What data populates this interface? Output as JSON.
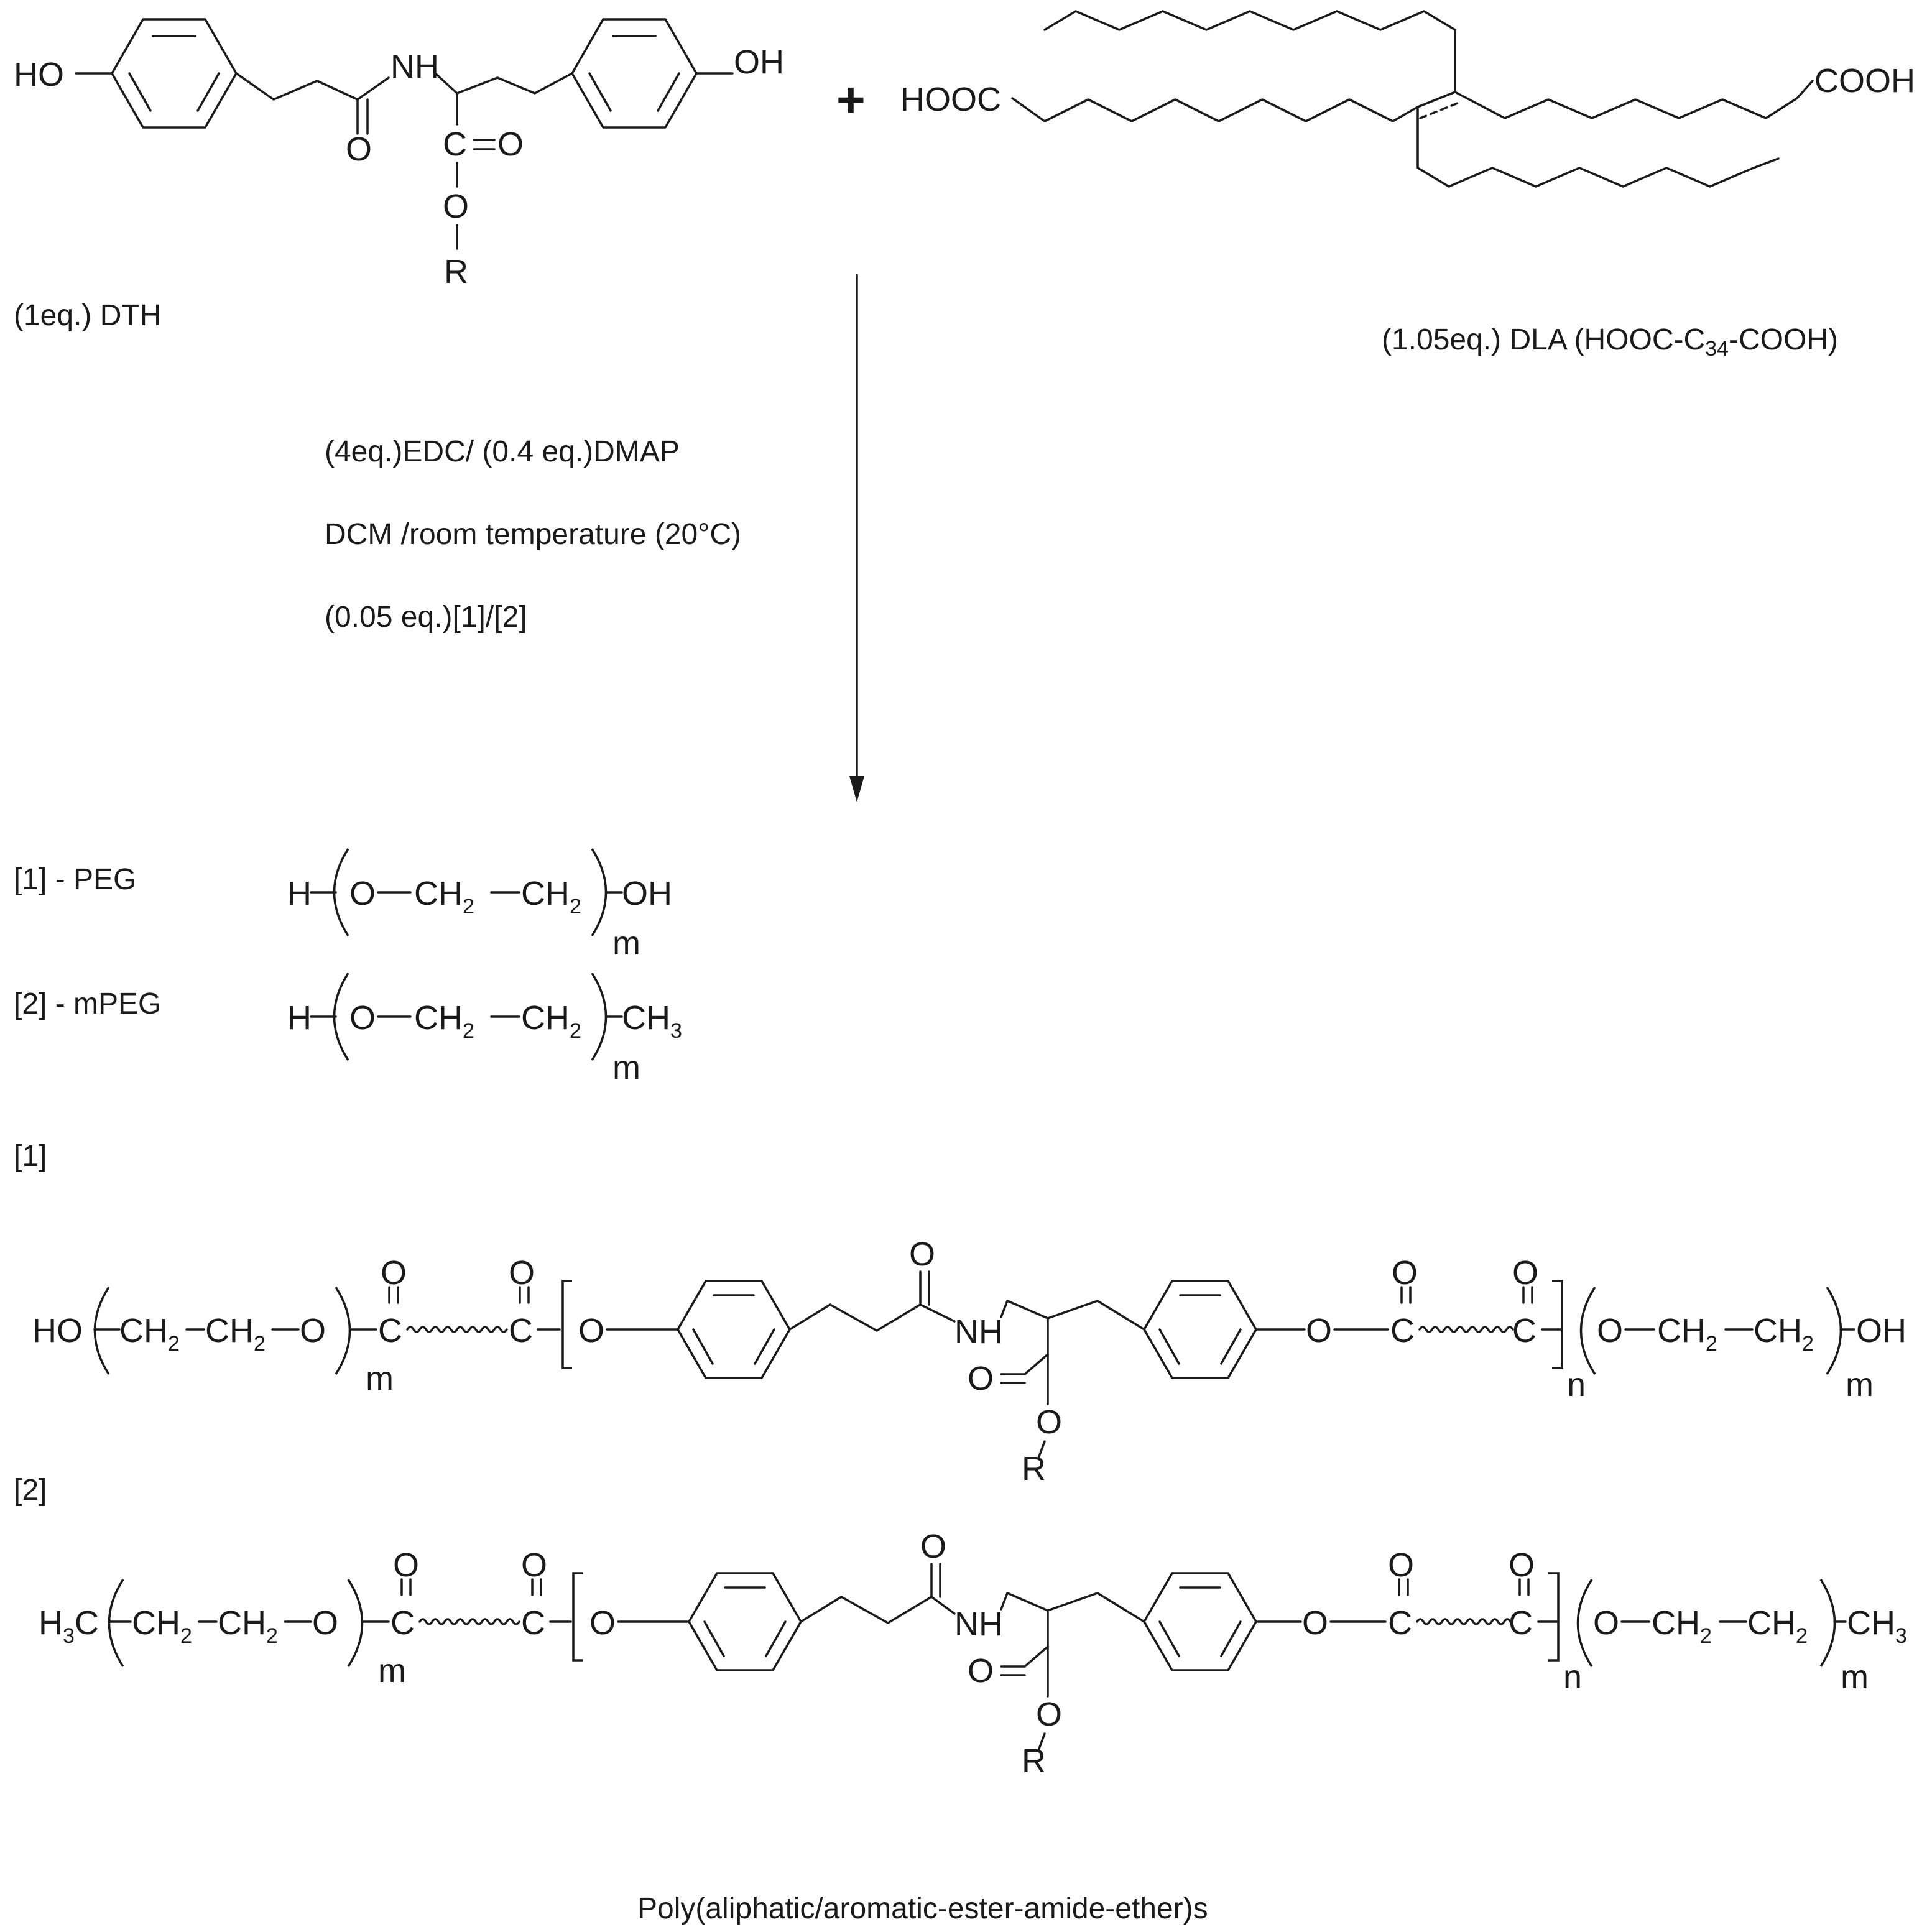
{
  "reactant_1": {
    "label": "(1eq.) DTH",
    "atoms": {
      "ho": "HO",
      "oh": "OH",
      "nh": "NH",
      "o_amide": "O",
      "c_ester": "C",
      "o_carbonyl": "O",
      "o_ester": "O",
      "r": "R"
    }
  },
  "plus": "+",
  "reactant_2": {
    "label_prefix": "(1.05eq.) DLA (HOOC-C",
    "label_sub": "34",
    "label_suffix": "-COOH)",
    "atoms": {
      "hooc": "HOOC",
      "cooh": "COOH"
    }
  },
  "conditions": [
    "(4eq.)EDC/ (0.4 eq.)DMAP",
    "DCM /room temperature (20°C)",
    "(0.05 eq.)[1]/[2]"
  ],
  "peg_legend": [
    {
      "label": "[1] - PEG",
      "start": "H",
      "o": "O",
      "ch": "CH",
      "sub2": "2",
      "end": "OH",
      "end_sub": "",
      "m": "m"
    },
    {
      "label": "[2] - mPEG",
      "start": "H",
      "o": "O",
      "ch": "CH",
      "sub2": "2",
      "end": "CH",
      "end_sub": "3",
      "m": "m"
    }
  ],
  "product_1": {
    "tag": "[1]",
    "left_end": "HO",
    "left_ch": "CH",
    "sub2": "2",
    "o": "O",
    "c": "C",
    "nh": "NH",
    "r": "R",
    "right_ch": "CH",
    "right_end": "OH",
    "m": "m",
    "n": "n"
  },
  "product_2": {
    "tag": "[2]",
    "left_end": "H",
    "left_end_sub": "3",
    "left_end_c": "C",
    "left_ch": "CH",
    "sub2": "2",
    "o": "O",
    "c": "C",
    "nh": "NH",
    "r": "R",
    "right_ch": "CH",
    "right_end": "CH",
    "right_end_sub": "3",
    "m": "m",
    "n": "n"
  },
  "product_caption": "Poly(aliphatic/aromatic-ester-amide-ether)s"
}
